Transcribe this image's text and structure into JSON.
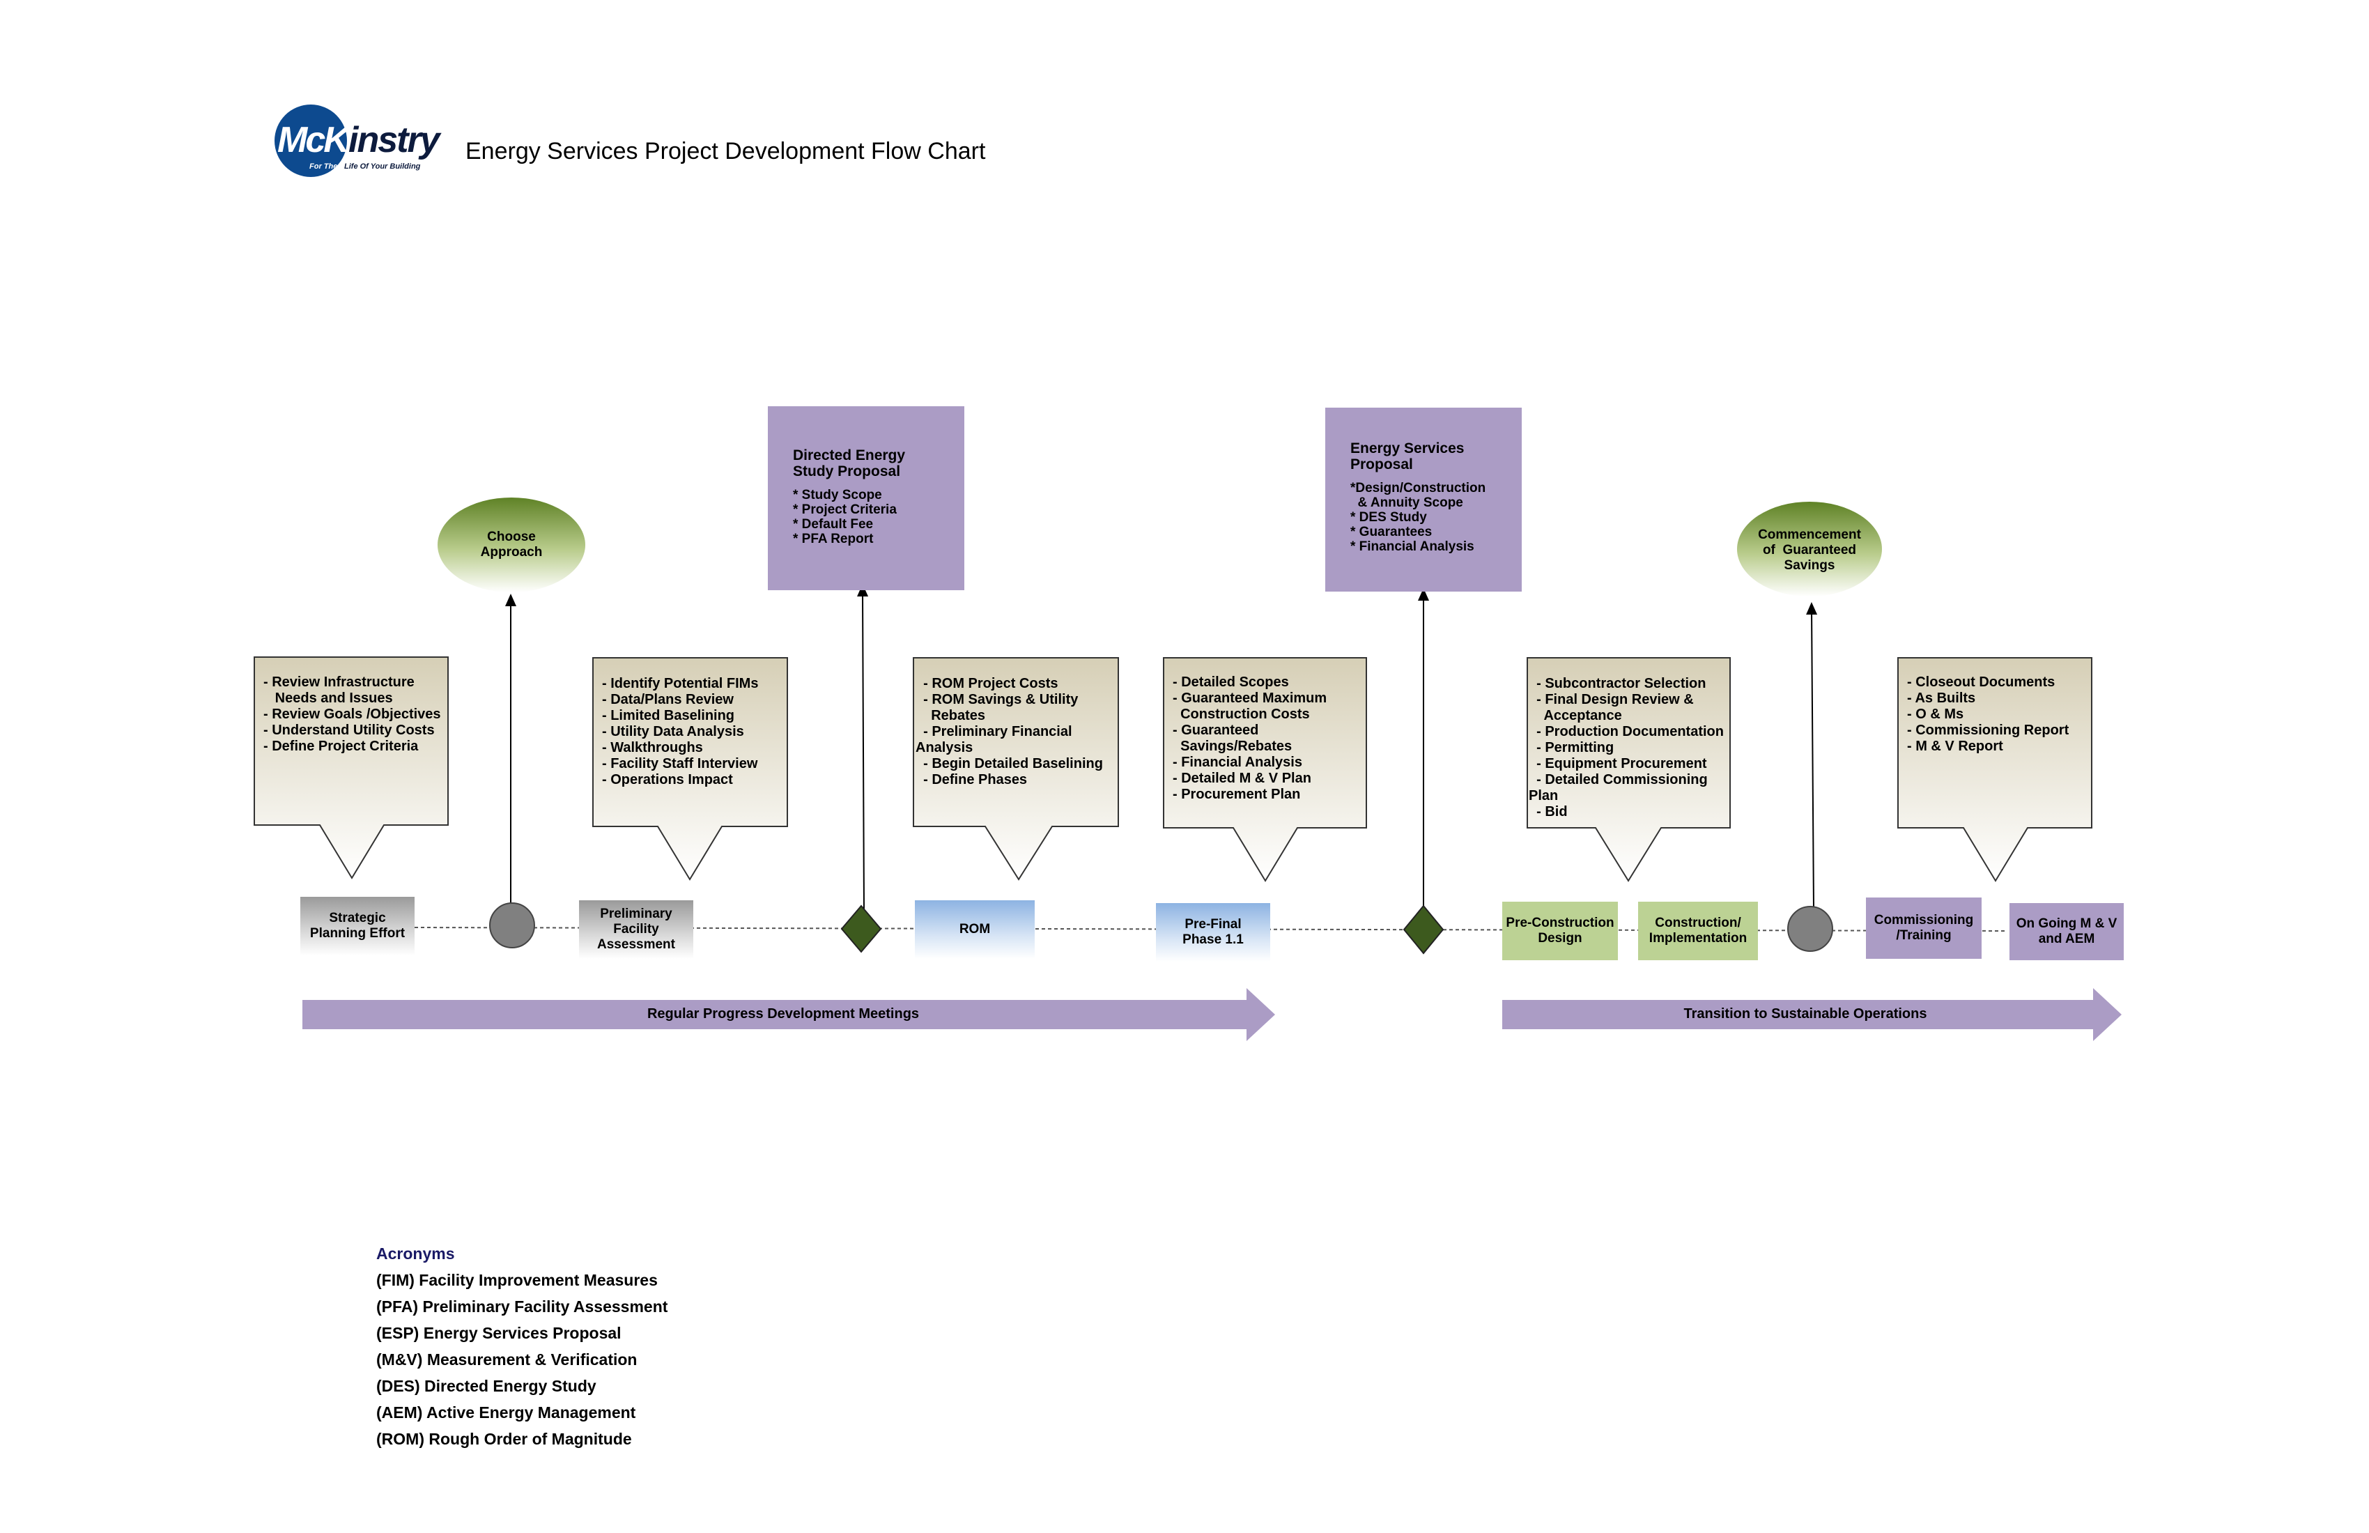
{
  "header": {
    "logo_text": "McKinstry",
    "logo_tagline": "For The Life Of Your Building",
    "title": "Energy Services Project Development Flow Chart"
  },
  "colors": {
    "purple": "#ab9cc5",
    "green_box": "#bcd294",
    "grey_box": "#a6a6a6",
    "blue_box": "#8db3e2",
    "olive": "#6b8c2e",
    "diamond": "#3d5a1e",
    "circle": "#7f7f7f",
    "callout_top": "#d7d0b9"
  },
  "callouts": [
    {
      "id": "strategic",
      "lines": "- Review Infrastructure\n   Needs and Issues\n- Review Goals /Objectives\n- Understand Utility Costs\n- Define Project Criteria"
    },
    {
      "id": "pfa",
      "lines": "- Identify Potential FIMs\n- Data/Plans Review\n- Limited Baselining\n- Utility Data Analysis\n- Walkthroughs\n- Facility Staff Interview\n- Operations Impact"
    },
    {
      "id": "rom",
      "lines": "  - ROM Project Costs\n  - ROM Savings & Utility\n    Rebates\n  - Preliminary Financial\nAnalysis\n  - Begin Detailed Baselining\n  - Define Phases"
    },
    {
      "id": "prefinal",
      "lines": "- Detailed Scopes\n- Guaranteed Maximum\n  Construction Costs\n- Guaranteed\n  Savings/Rebates\n- Financial Analysis\n- Detailed M & V Plan\n- Procurement Plan"
    },
    {
      "id": "precon",
      "lines": "  - Subcontractor Selection\n  - Final Design Review &\n    Acceptance\n  - Production Documentation\n  - Permitting\n  - Equipment Procurement\n  - Detailed Commissioning\nPlan\n  - Bid"
    },
    {
      "id": "closeout",
      "lines": "- Closeout Documents\n- As Builts\n- O & Ms\n- Commissioning Report\n- M & V Report"
    }
  ],
  "proposals": [
    {
      "id": "des",
      "title": "Directed Energy\nStudy Proposal",
      "items": "* Study Scope\n* Project Criteria\n* Default Fee\n* PFA Report"
    },
    {
      "id": "esp",
      "title": "Energy Services\nProposal",
      "items": "*Design/Construction\n  & Annuity Scope\n* DES Study\n* Guarantees\n* Financial Analysis"
    }
  ],
  "ovals": [
    {
      "id": "choose",
      "label": "Choose\nApproach"
    },
    {
      "id": "commence",
      "label": "Commencement\nof  Guaranteed\nSavings"
    }
  ],
  "phases": [
    {
      "id": "strategic",
      "label": "Strategic\nPlanning Effort",
      "style": "grey"
    },
    {
      "id": "pfa",
      "label": "Preliminary\nFacility\nAssessment",
      "style": "grey"
    },
    {
      "id": "rom",
      "label": "ROM",
      "style": "blue"
    },
    {
      "id": "prefinal",
      "label": "Pre-Final\nPhase 1.1",
      "style": "blue"
    },
    {
      "id": "precon",
      "label": "Pre-Construction\nDesign",
      "style": "green"
    },
    {
      "id": "construction",
      "label": "Construction/\nImplementation",
      "style": "green"
    },
    {
      "id": "commissioning",
      "label": "Commissioning\n/Training",
      "style": "purple"
    },
    {
      "id": "ongoing",
      "label": "On Going M & V\nand AEM",
      "style": "purple"
    }
  ],
  "bottom_arrows": [
    {
      "id": "meetings",
      "label": "Regular Progress Development Meetings"
    },
    {
      "id": "transition",
      "label": "Transition to Sustainable Operations"
    }
  ],
  "acronyms": {
    "title": "Acronyms",
    "items": [
      "(FIM) Facility Improvement Measures",
      "(PFA) Preliminary Facility Assessment",
      "(ESP) Energy Services Proposal",
      "(M&V) Measurement & Verification",
      "(DES) Directed Energy Study",
      "(AEM) Active Energy Management",
      "(ROM) Rough Order of Magnitude"
    ]
  }
}
